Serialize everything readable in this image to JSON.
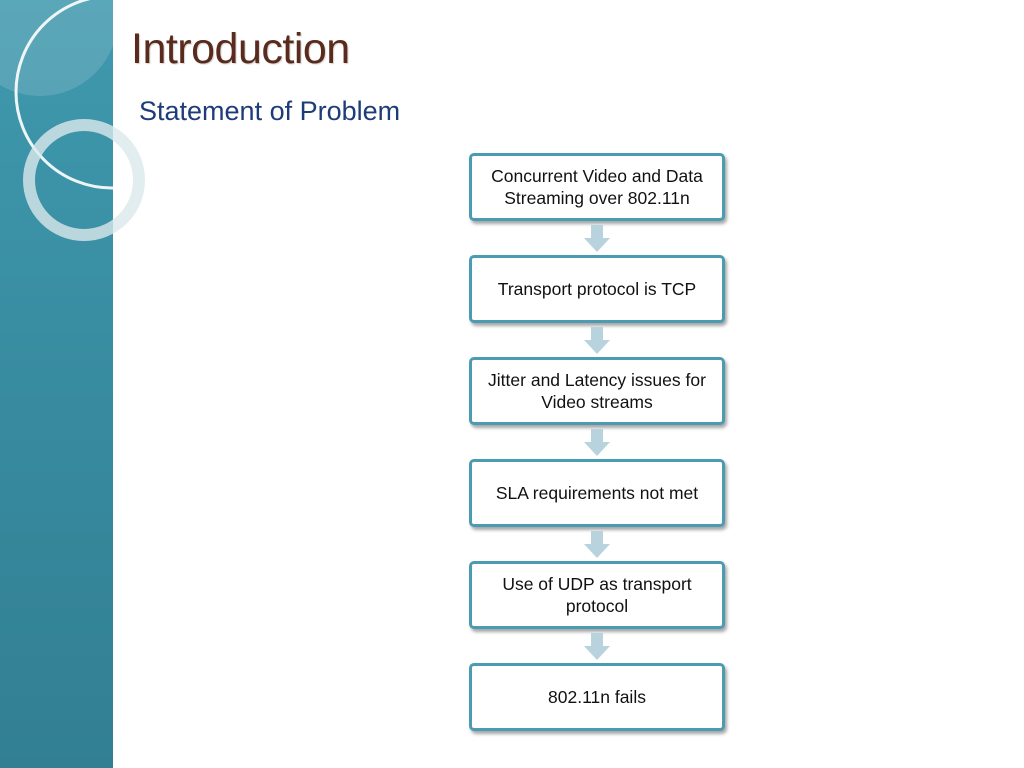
{
  "slide": {
    "title": "Introduction",
    "subtitle": "Statement of Problem"
  },
  "flowchart": {
    "steps": [
      "Concurrent Video and Data Streaming over 802.11n",
      "Transport protocol is TCP",
      "Jitter and Latency issues for Video streams",
      "SLA requirements not met",
      "Use of UDP as transport protocol",
      "802.11n fails"
    ]
  },
  "colors": {
    "sidebar": "#3f99ae",
    "title": "#5a2a1c",
    "subtitle": "#1e3c78",
    "box_border": "#4b9cb3",
    "arrow": "#b8d3dd"
  }
}
